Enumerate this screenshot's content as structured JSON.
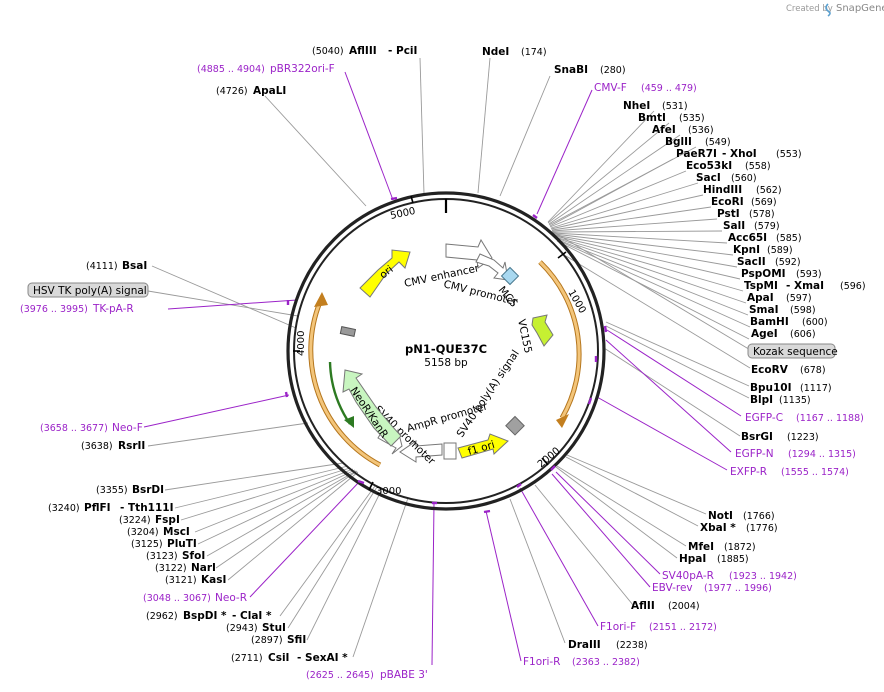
{
  "header": {
    "created_by": "Created by",
    "brand": "SnapGene"
  },
  "map": {
    "name": "pN1-QUE37C",
    "length": "5158 bp",
    "ticks": [
      "1000",
      "2000",
      "3000",
      "4000",
      "5000"
    ]
  },
  "colors": {
    "primer": "#9b23c8",
    "backbone": "#222222",
    "ori": "#ffff00",
    "neo": "#c8f5c0",
    "orange_arc": "#e8a030",
    "line": "#999999"
  },
  "sites": [
    {
      "name": "AflIII",
      "extra": "- PciI",
      "pos": "(5040)"
    },
    {
      "name": "NdeI",
      "pos": "(174)"
    },
    {
      "name": "SnaBI",
      "pos": "(280)"
    },
    {
      "name": "ApaLI",
      "pos": "(4726)"
    },
    {
      "name": "NheI",
      "pos": "(531)"
    },
    {
      "name": "BmtI",
      "pos": "(535)"
    },
    {
      "name": "AfeI",
      "pos": "(536)"
    },
    {
      "name": "BglII",
      "pos": "(549)"
    },
    {
      "name": "PaeR7I",
      "extra": "- XhoI",
      "pos": "(553)"
    },
    {
      "name": "Eco53kI",
      "pos": "(558)"
    },
    {
      "name": "SacI",
      "pos": "(560)"
    },
    {
      "name": "HindIII",
      "pos": "(562)"
    },
    {
      "name": "EcoRI",
      "pos": "(569)"
    },
    {
      "name": "PstI",
      "pos": "(578)"
    },
    {
      "name": "SalI",
      "pos": "(579)"
    },
    {
      "name": "Acc65I",
      "pos": "(585)"
    },
    {
      "name": "KpnI",
      "pos": "(589)"
    },
    {
      "name": "SacII",
      "pos": "(592)"
    },
    {
      "name": "PspOMI",
      "pos": "(593)"
    },
    {
      "name": "TspMI",
      "extra": "- XmaI",
      "pos": "(596)"
    },
    {
      "name": "ApaI",
      "pos": "(597)"
    },
    {
      "name": "SmaI",
      "pos": "(598)"
    },
    {
      "name": "BamHI",
      "pos": "(600)"
    },
    {
      "name": "AgeI",
      "pos": "(606)"
    },
    {
      "name": "EcoRV",
      "pos": "(678)"
    },
    {
      "name": "Bpu10I",
      "pos": "(1117)"
    },
    {
      "name": "BlpI",
      "pos": "(1135)"
    },
    {
      "name": "BsrGI",
      "pos": "(1223)"
    },
    {
      "name": "NotI",
      "pos": "(1766)"
    },
    {
      "name": "XbaI *",
      "pos": "(1776)"
    },
    {
      "name": "MfeI",
      "pos": "(1872)"
    },
    {
      "name": "HpaI",
      "pos": "(1885)"
    },
    {
      "name": "AflII",
      "pos": "(2004)"
    },
    {
      "name": "DraIII",
      "pos": "(2238)"
    },
    {
      "name": "BsaI",
      "pos": "(4111)"
    },
    {
      "name": "RsrII",
      "pos": "(3638)"
    },
    {
      "name": "BsrDI",
      "pos": "(3355)"
    },
    {
      "name": "PflFI",
      "extra": "- Tth111I",
      "pos": "(3240)"
    },
    {
      "name": "FspI",
      "pos": "(3224)"
    },
    {
      "name": "MscI",
      "pos": "(3204)"
    },
    {
      "name": "PluTI",
      "pos": "(3125)"
    },
    {
      "name": "SfoI",
      "pos": "(3123)"
    },
    {
      "name": "NarI",
      "pos": "(3122)"
    },
    {
      "name": "KasI",
      "pos": "(3121)"
    },
    {
      "name": "BspDI *",
      "extra": "- ClaI *",
      "pos": "(2962)"
    },
    {
      "name": "StuI",
      "pos": "(2943)"
    },
    {
      "name": "SfiI",
      "pos": "(2897)"
    },
    {
      "name": "CsiI",
      "extra": "- SexAI *",
      "pos": "(2711)"
    }
  ],
  "primers": [
    {
      "name": "pBR322ori-F",
      "range": "(4885 .. 4904)"
    },
    {
      "name": "CMV-F",
      "range": "(459 .. 479)"
    },
    {
      "name": "EGFP-C",
      "range": "(1167 .. 1188)"
    },
    {
      "name": "EGFP-N",
      "range": "(1294 .. 1315)"
    },
    {
      "name": "EXFP-R",
      "range": "(1555 .. 1574)"
    },
    {
      "name": "SV40pA-R",
      "range": "(1923 .. 1942)"
    },
    {
      "name": "EBV-rev",
      "range": "(1977 .. 1996)"
    },
    {
      "name": "F1ori-F",
      "range": "(2151 .. 2172)"
    },
    {
      "name": "F1ori-R",
      "range": "(2363 .. 2382)"
    },
    {
      "name": "pBABE 3'",
      "range": "(2625 .. 2645)"
    },
    {
      "name": "Neo-R",
      "range": "(3048 .. 3067)"
    },
    {
      "name": "Neo-F",
      "range": "(3658 .. 3677)"
    },
    {
      "name": "TK-pA-R",
      "range": "(3976 .. 3995)"
    }
  ],
  "features": {
    "hsv_tk": "HSV TK poly(A) signal",
    "kozak": "Kozak sequence",
    "ori": "ori",
    "cmv_enhancer": "CMV enhancer",
    "cmv_promoter": "CMV promoter",
    "mcs": "MCS",
    "vc155": "VC155",
    "sv40_polya": "SV40 poly(A) signal",
    "f1_ori": "f1 ori",
    "ampr_promoter": "AmpR promoter",
    "sv40_promoter": "SV40 promoter",
    "neo_kan": "NeoR/KanR"
  }
}
